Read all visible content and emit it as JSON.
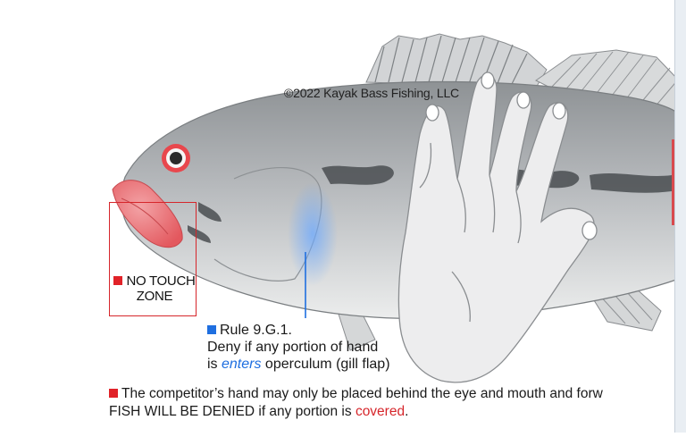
{
  "copyright": "©2022 Kayak Bass Fishing, LLC",
  "no_touch_zone": {
    "line1": "NO TOUCH",
    "line2": "ZONE"
  },
  "rule": {
    "title": "Rule 9.G.1.",
    "line1": "Deny if any portion of hand",
    "line2_prefix": "is ",
    "line2_em": "enters",
    "line2_suffix": " operculum (gill flap)"
  },
  "footer": {
    "line1": "The competitor’s hand may only be placed behind the eye and mouth and forw",
    "line2_prefix": "FISH WILL BE DENIED if any portion is ",
    "line2_red": "covered",
    "line2_suffix": "."
  },
  "colors": {
    "danger_red": "#e12228",
    "rule_blue": "#1f6fe0",
    "fish_body": "#b9bcbf",
    "hand_fill": "#eeeeee"
  },
  "icons": [
    "fish-illustration",
    "hand-illustration",
    "red-square-icon",
    "blue-square-icon"
  ]
}
